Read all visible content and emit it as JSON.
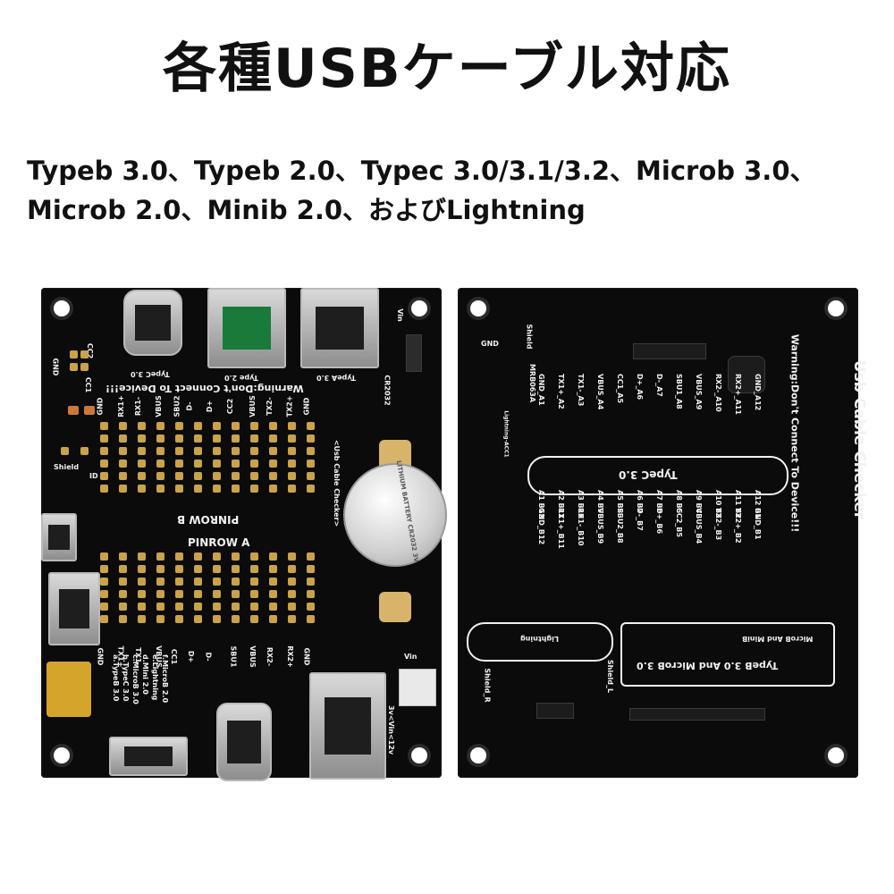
{
  "headline": "各種USBケーブル対応",
  "subline_1": "Typeb 3.0、Typeb 2.0、Typec 3.0/3.1/3.2、Microb 3.0、",
  "subline_2": "Microb 2.0、Minib 2.0、およびLightning",
  "front_board": {
    "label_typec": "TypeC 3.0",
    "label_usb2": "Type 2.0",
    "label_typea": "TypeA 3.0",
    "warning": "Warning:Don't Connect To Device!!!",
    "cr2032": "CR2032",
    "vin_top": "Vin",
    "pinrow_b": "PINROW B",
    "pinrow_a": "PINROW A",
    "checker": "<Usb Cable Checker>",
    "cc2": "CC2",
    "cc1": "CC1",
    "gnd": "GND",
    "shield": "Shield",
    "id": "ID",
    "vin_bottom": "Vin",
    "voltage": "3v<Vin<12v",
    "row_b": [
      "GND",
      "RX1+",
      "RX1-",
      "VBUS",
      "SBU2",
      "D-",
      "D+",
      "CC2",
      "VBUS",
      "TX2-",
      "TX2+",
      "GND"
    ],
    "row_a": [
      "GND",
      "TX1+",
      "TX1-",
      "VBUS",
      "CC1",
      "D+",
      "D-",
      "SBU1",
      "VBUS",
      "RX2-",
      "RX2+",
      "GND"
    ],
    "legend": [
      "a.TypeB 3.0",
      "b.TypeC 3.0",
      "c.MicroB 3.0",
      "d.Mini 2.0",
      "e.Lightning",
      "f.MicroB 2.0"
    ],
    "battery_text": "LITHIUM BATTERY CR2032 3V"
  },
  "back_board": {
    "title": "Usb Cable Checker",
    "warning": "Warning:Don't Connect To Device!!!",
    "gnd": "GND",
    "shield": "Shield",
    "part_no": "MRB063A",
    "typec_box": "TypeC 3.0",
    "typeb_box": "TypeB 3.0 And MicroB 3.0",
    "micro_mini_box": "MicroB And MiniB",
    "lightning_box": "Lightning",
    "shield_r": "Shield_R",
    "shield_l": "Shield_L",
    "lightning_acc": "Lightning-ACC1",
    "typec_rows": [
      "GND_A12|A12 B1|GND_B1",
      "RX2+_A11|A11 B2|TX2+_B2",
      "RX2-_A10|A10 B3|TX2-_B3",
      "VBUS_A9|A9 B4|VBUS_B4",
      "SBU1_A8|A8 B5|CC2_B5",
      "D-_A7|A7 B6|D+_B6",
      "D+_A6|A6 B7|D-_B7",
      "CC1_A5|A5 B8|SBU2_B8",
      "VBUS_A4|A4 B9|VBUS_B9",
      "TX1-_A3|A3 B10|RX1-_B10",
      "TX1+_A2|A2 B11|RX1+_B11",
      "GND_A1|A1 B12|GND_B12"
    ]
  },
  "colors": {
    "pcb": "#0b0b0c",
    "silk": "#f2f2f2",
    "gold": "#c9a24a"
  }
}
